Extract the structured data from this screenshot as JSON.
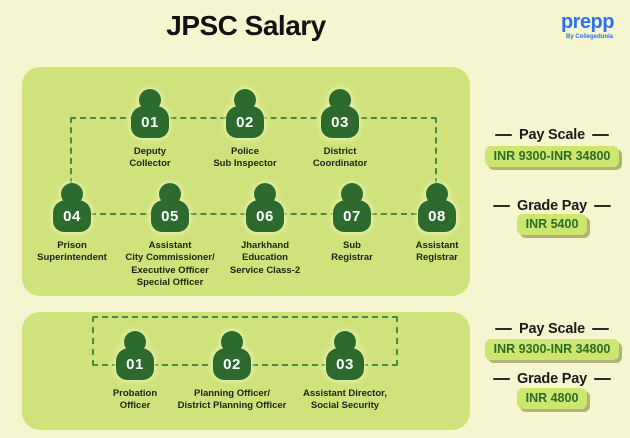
{
  "title": "JPSC Salary",
  "logo": {
    "brand": "prepp",
    "tagline": "By Collegedunia"
  },
  "panels": [
    {
      "rows": [
        [
          {
            "num": "01",
            "label": "Deputy\nCollector"
          },
          {
            "num": "02",
            "label": "Police\nSub Inspector"
          },
          {
            "num": "03",
            "label": "District\nCoordinator"
          }
        ],
        [
          {
            "num": "04",
            "label": "Prison\nSuperintendent"
          },
          {
            "num": "05",
            "label": "Assistant\nCity Commissioner/\nExecutive Officer\nSpecial Officer"
          },
          {
            "num": "06",
            "label": "Jharkhand\nEducation\nService Class-2"
          },
          {
            "num": "07",
            "label": "Sub\nRegistrar"
          },
          {
            "num": "08",
            "label": "Assistant\nRegistrar"
          }
        ]
      ]
    },
    {
      "rows": [
        [
          {
            "num": "01",
            "label": "Probation\nOfficer"
          },
          {
            "num": "02",
            "label": "Planning Officer/\nDistrict Planning Officer"
          },
          {
            "num": "03",
            "label": "Assistant Director,\nSocial Security"
          }
        ]
      ]
    }
  ],
  "salary_groups": [
    {
      "pay_scale_label": "Pay Scale",
      "pay_scale_value": "INR 9300-INR 34800",
      "grade_pay_label": "Grade Pay",
      "grade_pay_value": "INR 5400"
    },
    {
      "pay_scale_label": "Pay Scale",
      "pay_scale_value": "INR 9300-INR 34800",
      "grade_pay_label": "Grade Pay",
      "grade_pay_value": "INR 4800"
    }
  ],
  "colors": {
    "background": "#f5f6d0",
    "panel": "#cfe27b",
    "icon_green": "#2d6a2e",
    "dash_green": "#4a8a3f",
    "pill_bg": "#cde66f",
    "pill_text": "#2d6b26",
    "brand_blue": "#2f6ff2"
  }
}
